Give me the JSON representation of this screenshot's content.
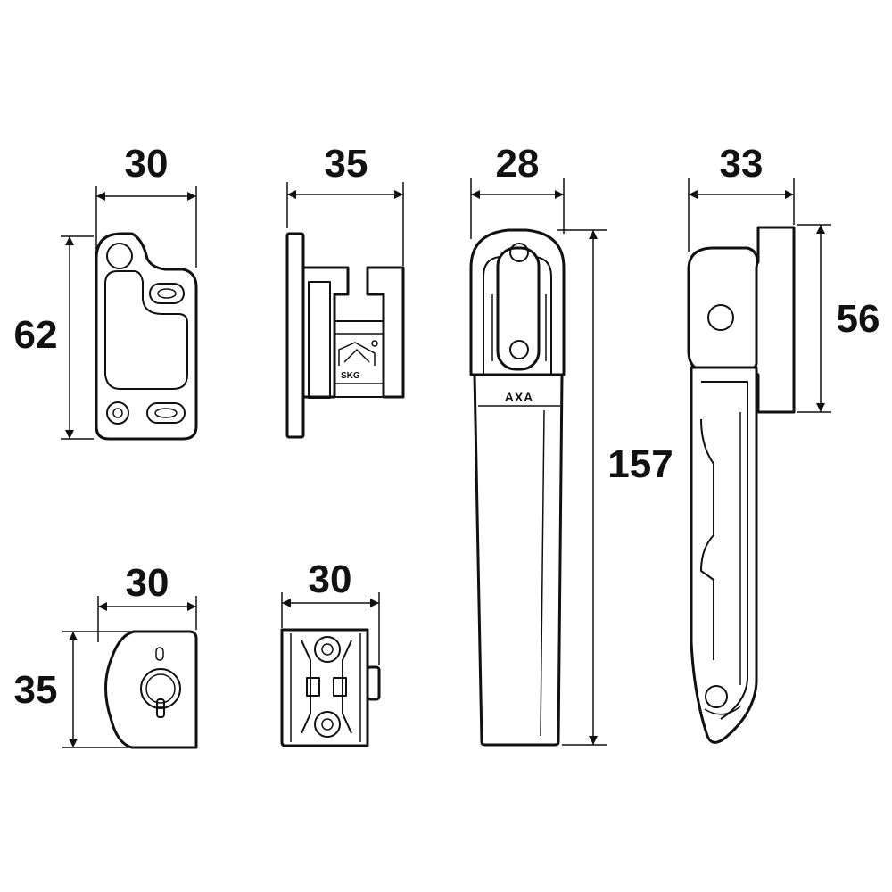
{
  "dimensions": {
    "keep_width": "30",
    "keep_height": "62",
    "striker_width": "35",
    "handle_width": "28",
    "handle_height": "157",
    "side_width": "33",
    "side_height": "56",
    "lockcap_width": "30",
    "lockcap_height": "35",
    "block_width": "30"
  },
  "labels": {
    "brand": "AXA",
    "certification": "SKG"
  },
  "colors": {
    "line": "#111111",
    "fill": "#ffffff"
  }
}
